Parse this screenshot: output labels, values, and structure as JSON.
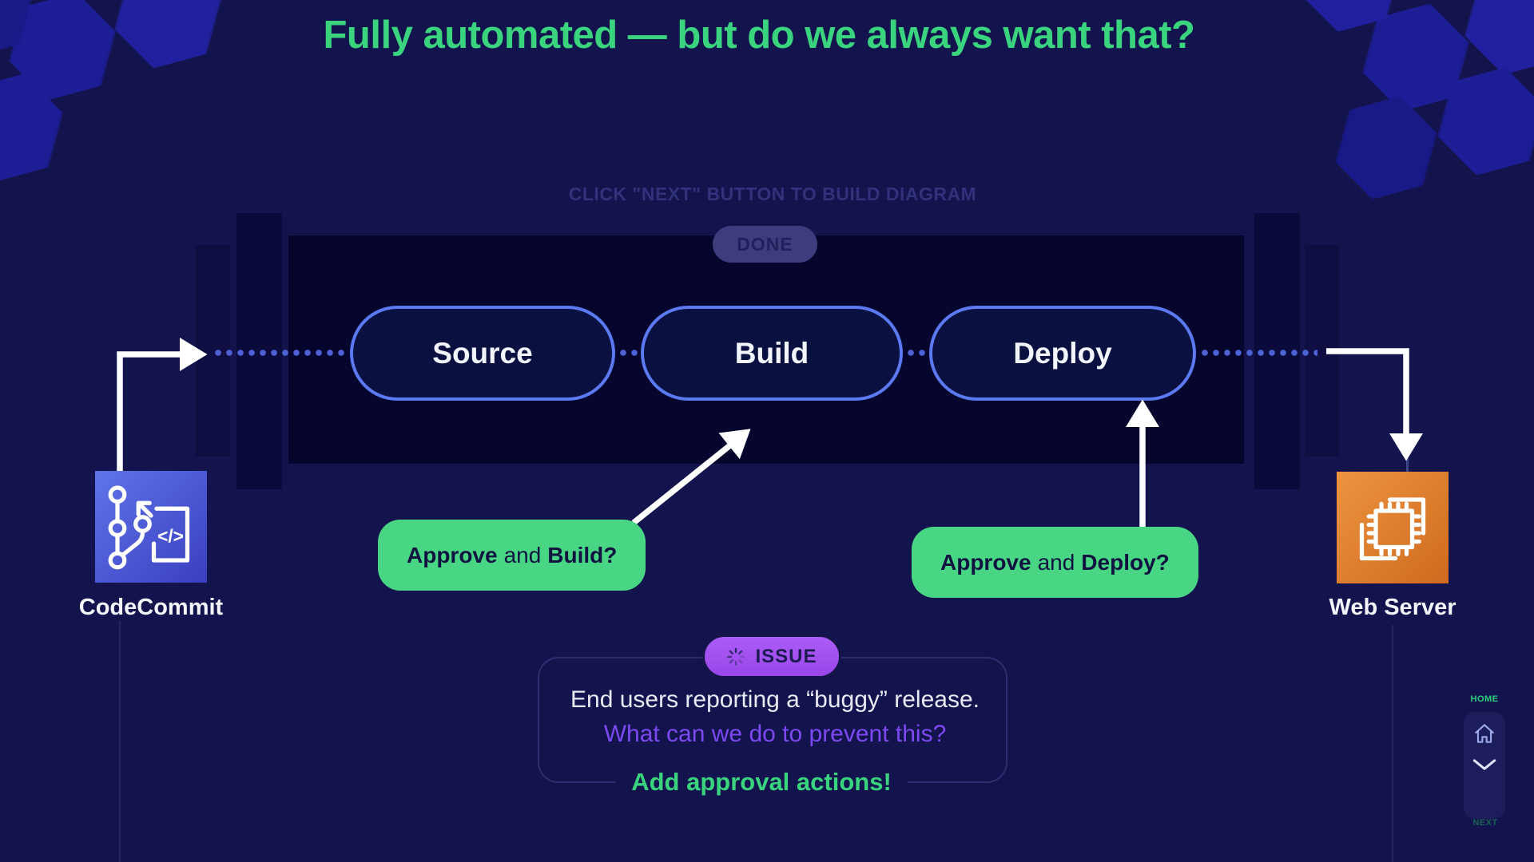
{
  "title": "Fully automated — but do we always want that?",
  "hint_text": "CLICK \"NEXT\" BUTTON TO BUILD DIAGRAM",
  "pipeline": {
    "done_label": "DONE",
    "stages": [
      {
        "label": "Source"
      },
      {
        "label": "Build"
      },
      {
        "label": "Deploy"
      }
    ]
  },
  "nodes": {
    "source": {
      "label": "CodeCommit"
    },
    "target": {
      "label": "Web Server"
    }
  },
  "prompts": {
    "build": {
      "lead": "Approve",
      "mid": "and",
      "tail": "Build?"
    },
    "deploy": {
      "lead": "Approve",
      "mid": "and",
      "tail": "Deploy?"
    }
  },
  "issue": {
    "badge_label": "ISSUE",
    "line1": "End users reporting a “buggy” release.",
    "question": "What can we do to prevent this?",
    "answer": "Add approval actions!"
  },
  "nav": {
    "home_label": "HOME",
    "next_label": "NEXT"
  },
  "colors": {
    "background": "#13134d",
    "accent_green": "#3ad47e",
    "button_green": "#48d685",
    "accent_purple": "#7c4af0",
    "badge_purple": "#a455f2",
    "pill_border": "#5b7af2",
    "arrow_white": "#ffffff"
  }
}
